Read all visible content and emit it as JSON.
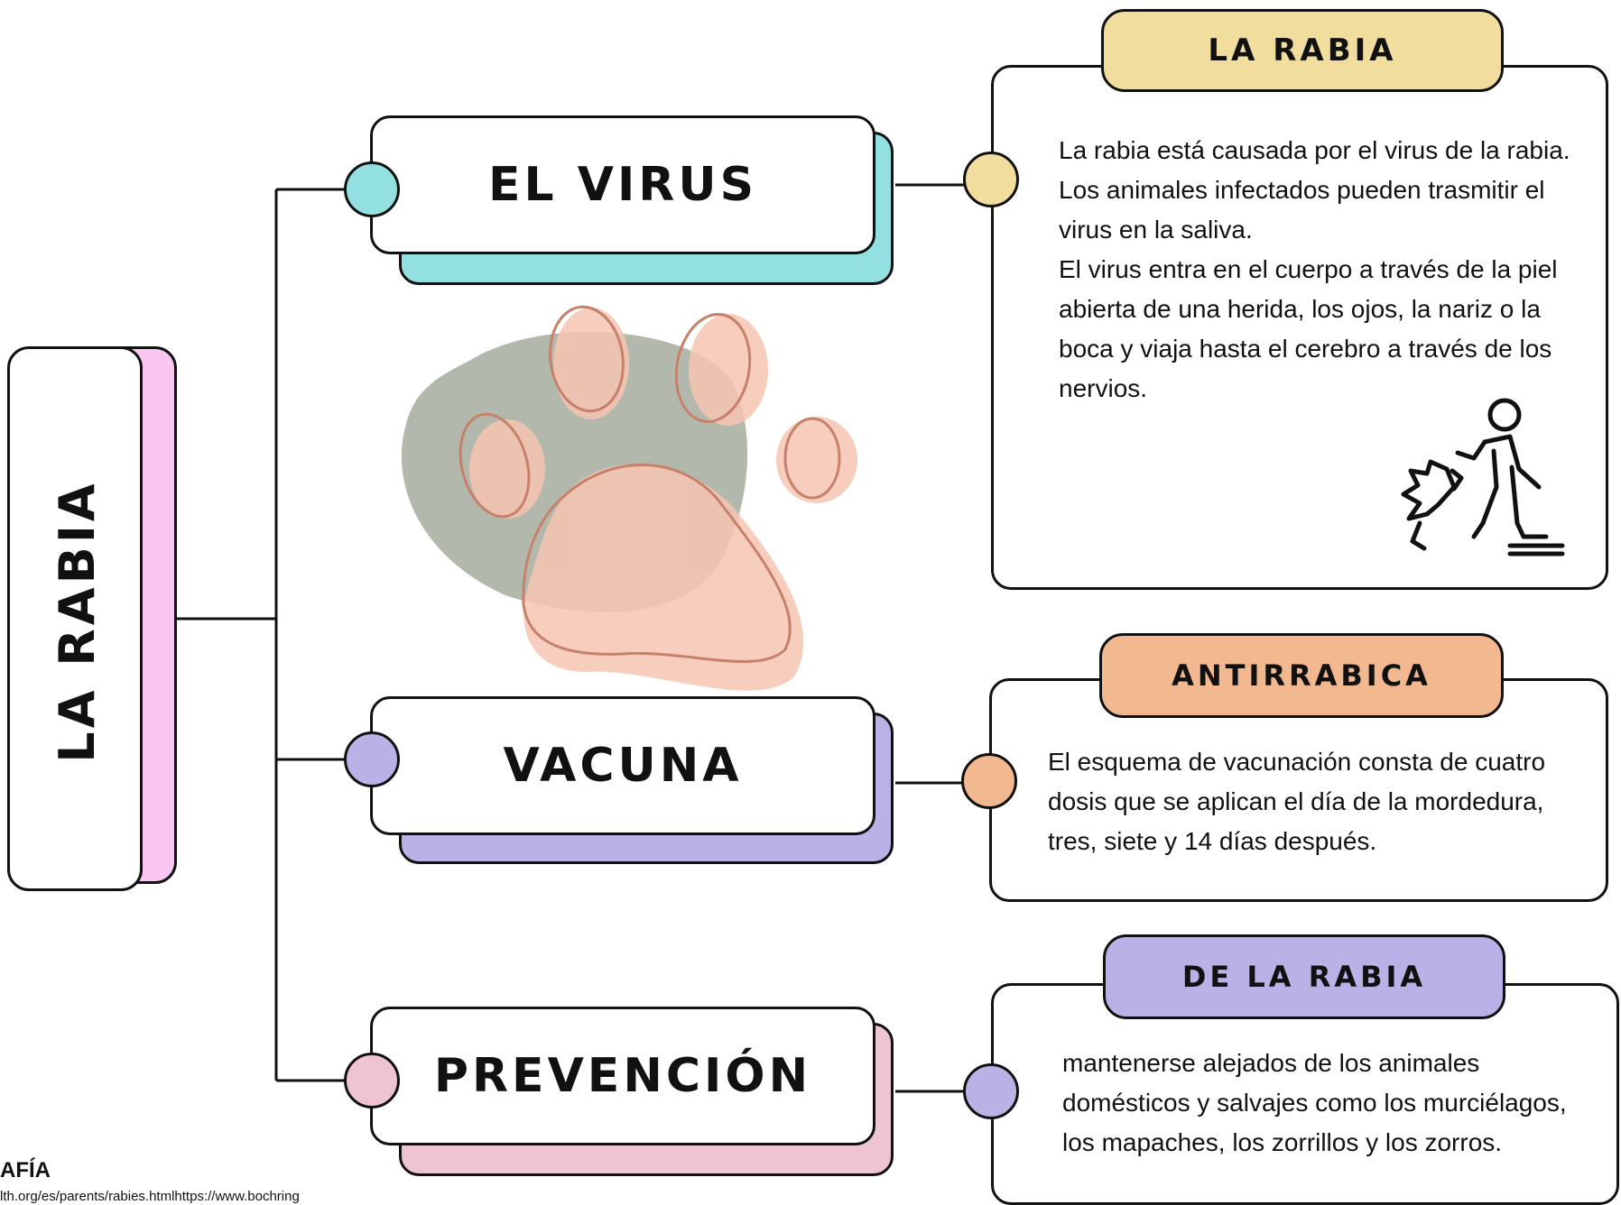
{
  "main_title": "LA RABIA",
  "branches": [
    {
      "id": "virus",
      "label": "EL VIRUS",
      "color": "#93e0e0"
    },
    {
      "id": "vacuna",
      "label": "VACUNA",
      "color": "#b9b2e6"
    },
    {
      "id": "prevencion",
      "label": "PREVENCIÓN",
      "color": "#eec3d3"
    }
  ],
  "info_boxes": [
    {
      "id": "rabia",
      "header": "LA RABIA",
      "header_color": "#f1de9f",
      "paragraphs": [
        "La rabia está causada por el virus de la rabia. Los animales infectados pueden trasmitir el virus en la saliva.",
        "El virus entra en el cuerpo a través de la piel abierta de una herida, los ojos, la nariz o la boca y viaja hasta el cerebro a través de los nervios."
      ]
    },
    {
      "id": "antirrabica",
      "header": "ANTIRRABICA",
      "header_color": "#f2b88f",
      "paragraphs": [
        "El esquema de vacunación consta de cuatro dosis que se aplican el día de la mordedura, tres, siete y 14 días después."
      ]
    },
    {
      "id": "prevencion",
      "header": "DE LA RABIA",
      "header_color": "#b9b2e6",
      "paragraphs": [
        "mantenerse alejados de los animales domésticos y salvajes como los murciélagos, los mapaches, los zorrillos y los zorros."
      ]
    }
  ],
  "main_title_color": "#f9c6f2",
  "bibliography": {
    "heading": "AFÍA",
    "text": "lth.org/es/parents/rabies.htmlhttps://www.bochring"
  },
  "icons": {
    "paw": "paw-print-icon",
    "dog_attack": "dog-attacking-person-icon"
  }
}
